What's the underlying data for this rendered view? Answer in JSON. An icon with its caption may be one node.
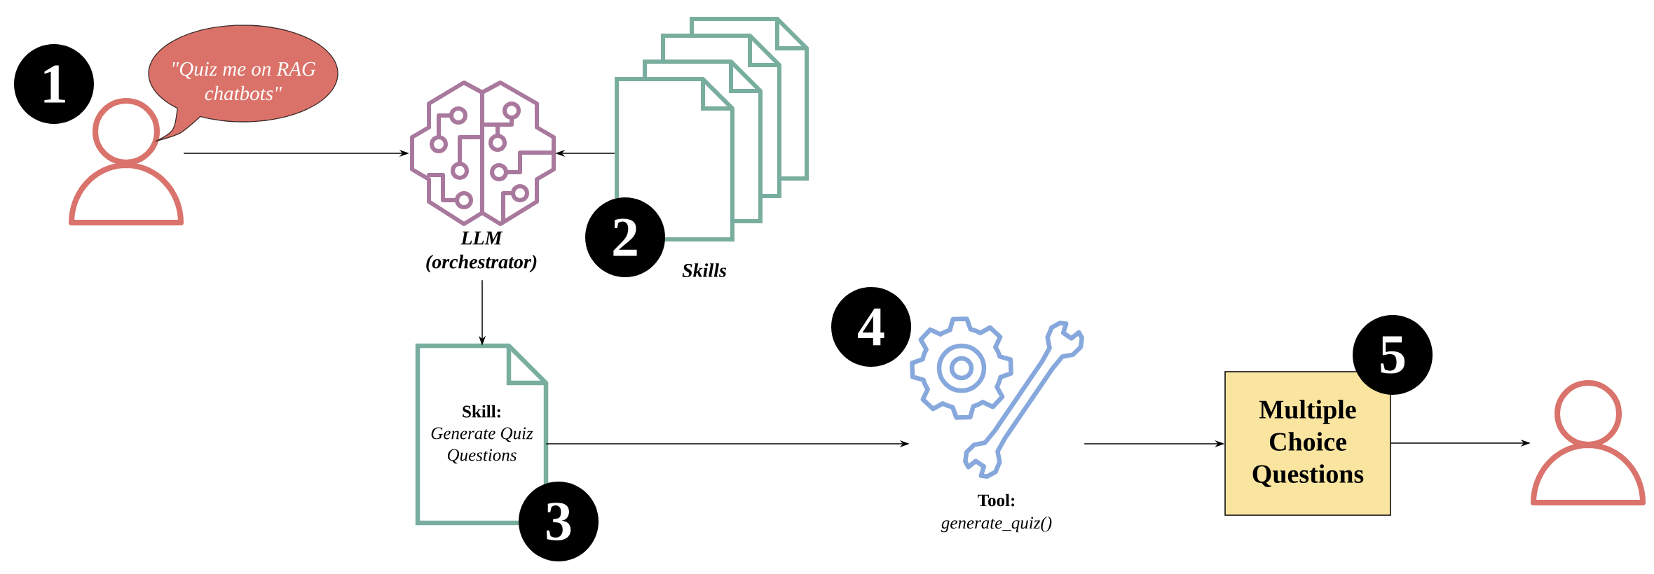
{
  "diagram": {
    "nodes": [
      {
        "text": [
          "1"
        ]
      },
      {
        "text": [],
        "shape": "person"
      },
      {
        "text": [
          "\"Quiz me on RAG chatbots\""
        ]
      },
      {
        "text": [
          "LLM (orchestrator)"
        ]
      },
      {
        "text": [
          "Skills"
        ]
      },
      {
        "text": [
          "2"
        ]
      },
      {
        "text": [
          "Skill:",
          "Generate Quiz Questions"
        ]
      },
      {
        "text": [
          "3"
        ]
      },
      {
        "text": [
          "4"
        ]
      },
      {
        "text": [
          "Tool:",
          "generate_quiz()"
        ]
      },
      {
        "text": [
          "Multiple Choice Questions"
        ]
      },
      {
        "text": [
          "5"
        ]
      },
      {
        "text": [],
        "shape": "person"
      }
    ],
    "edges": [
      {
        "from": 1,
        "to": 3,
        "arrow": "to"
      },
      {
        "from": 4,
        "to": 3,
        "arrow": "to"
      },
      {
        "from": 3,
        "to": 6,
        "arrow": "to"
      },
      {
        "from": 6,
        "to": 9,
        "arrow": "to"
      },
      {
        "from": 9,
        "to": 10,
        "arrow": "to"
      },
      {
        "from": 10,
        "to": 12,
        "arrow": "to"
      }
    ]
  }
}
